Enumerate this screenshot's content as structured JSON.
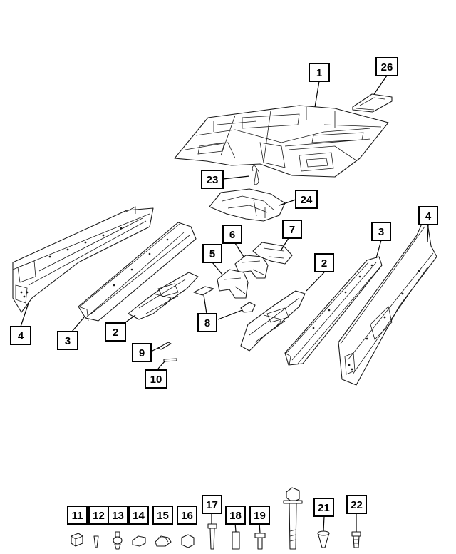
{
  "callouts": [
    {
      "id": "c1",
      "label": "1"
    },
    {
      "id": "c26",
      "label": "26"
    },
    {
      "id": "c23",
      "label": "23"
    },
    {
      "id": "c24",
      "label": "24"
    },
    {
      "id": "c4a",
      "label": "4"
    },
    {
      "id": "c3a",
      "label": "3"
    },
    {
      "id": "c2a",
      "label": "2"
    },
    {
      "id": "c6",
      "label": "6"
    },
    {
      "id": "c5",
      "label": "5"
    },
    {
      "id": "c7",
      "label": "7"
    },
    {
      "id": "c8",
      "label": "8"
    },
    {
      "id": "c9",
      "label": "9"
    },
    {
      "id": "c10",
      "label": "10"
    },
    {
      "id": "c2b",
      "label": "2"
    },
    {
      "id": "c3b",
      "label": "3"
    },
    {
      "id": "c4b",
      "label": "4"
    },
    {
      "id": "c11",
      "label": "11"
    },
    {
      "id": "c12",
      "label": "12"
    },
    {
      "id": "c13",
      "label": "13"
    },
    {
      "id": "c14",
      "label": "14"
    },
    {
      "id": "c15",
      "label": "15"
    },
    {
      "id": "c16",
      "label": "16"
    },
    {
      "id": "c17",
      "label": "17"
    },
    {
      "id": "c18",
      "label": "18"
    },
    {
      "id": "c19",
      "label": "19"
    },
    {
      "id": "c21",
      "label": "21"
    },
    {
      "id": "c22",
      "label": "22"
    }
  ]
}
